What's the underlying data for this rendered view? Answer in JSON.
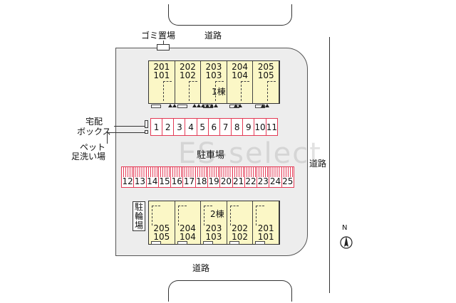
{
  "roads": {
    "top": "道路",
    "right": "道路",
    "bottom": "道路"
  },
  "facilities": {
    "garbage": "ゴミ置場",
    "delivery_line1": "宅配",
    "delivery_line2": "ボックス",
    "pet_line1": "ペット",
    "pet_line2": "足洗い場",
    "bike_parking": [
      "駐",
      "輪",
      "場"
    ]
  },
  "parking_label": "駐車場",
  "watermark": "ES-select",
  "building1": {
    "name": "1棟",
    "units": [
      {
        "upper": "201",
        "lower": "101"
      },
      {
        "upper": "202",
        "lower": "102"
      },
      {
        "upper": "203",
        "lower": "103"
      },
      {
        "upper": "204",
        "lower": "104"
      },
      {
        "upper": "205",
        "lower": "105"
      }
    ]
  },
  "building2": {
    "name": "2棟",
    "units": [
      {
        "upper": "205",
        "lower": "105"
      },
      {
        "upper": "204",
        "lower": "104"
      },
      {
        "upper": "203",
        "lower": "103"
      },
      {
        "upper": "202",
        "lower": "102"
      },
      {
        "upper": "201",
        "lower": "101"
      }
    ]
  },
  "parking": {
    "row1": [
      "1",
      "2",
      "3",
      "4",
      "5",
      "6",
      "7",
      "8",
      "9",
      "10",
      "11"
    ],
    "row2": [
      "12",
      "13",
      "14",
      "15",
      "16",
      "17",
      "18",
      "19",
      "20",
      "21",
      "22",
      "23",
      "24",
      "25"
    ]
  },
  "compass": {
    "label": "N"
  },
  "colors": {
    "building": "#fbf7c6",
    "parking_line": "#e33a55",
    "lot": "#ededed"
  }
}
